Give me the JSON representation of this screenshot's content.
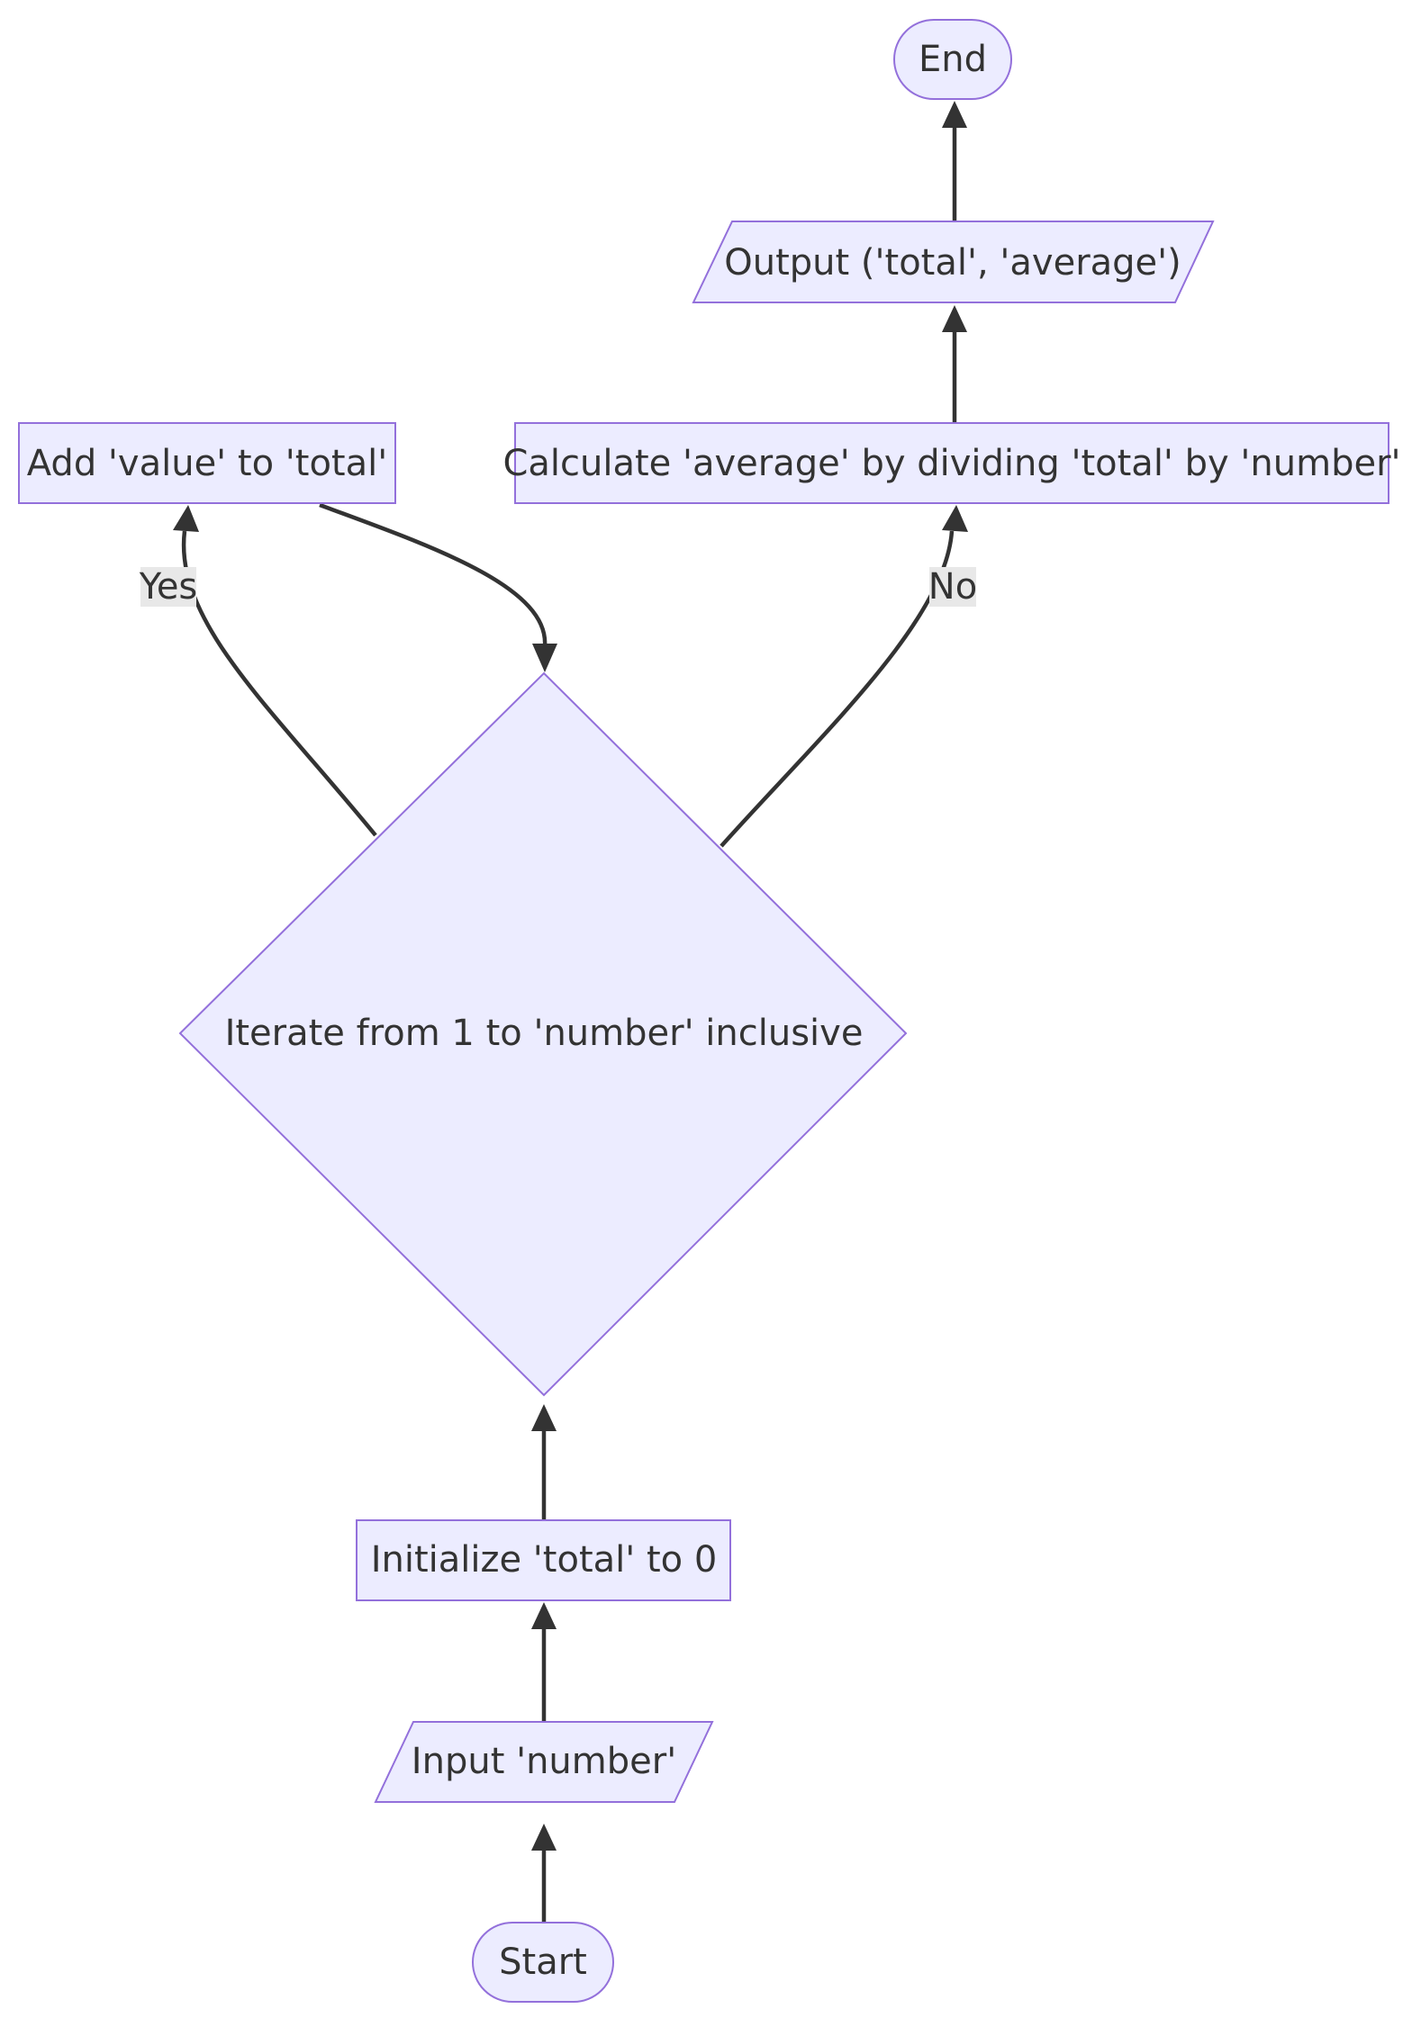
{
  "nodes": {
    "end": "End",
    "output": "Output ('total', 'average')",
    "add_value": "Add 'value' to 'total'",
    "calculate": "Calculate 'average' by dividing 'total' by 'number'",
    "iterate": "Iterate from 1 to 'number' inclusive",
    "initialize": "Initialize 'total' to 0",
    "input": "Input 'number'",
    "start": "Start"
  },
  "edge_labels": {
    "yes": "Yes",
    "no": "No"
  },
  "colors": {
    "node_fill": "#ececff",
    "node_stroke": "#9370db",
    "edge": "#333333",
    "label_bg": "#e8e8e8",
    "text": "#333333"
  }
}
